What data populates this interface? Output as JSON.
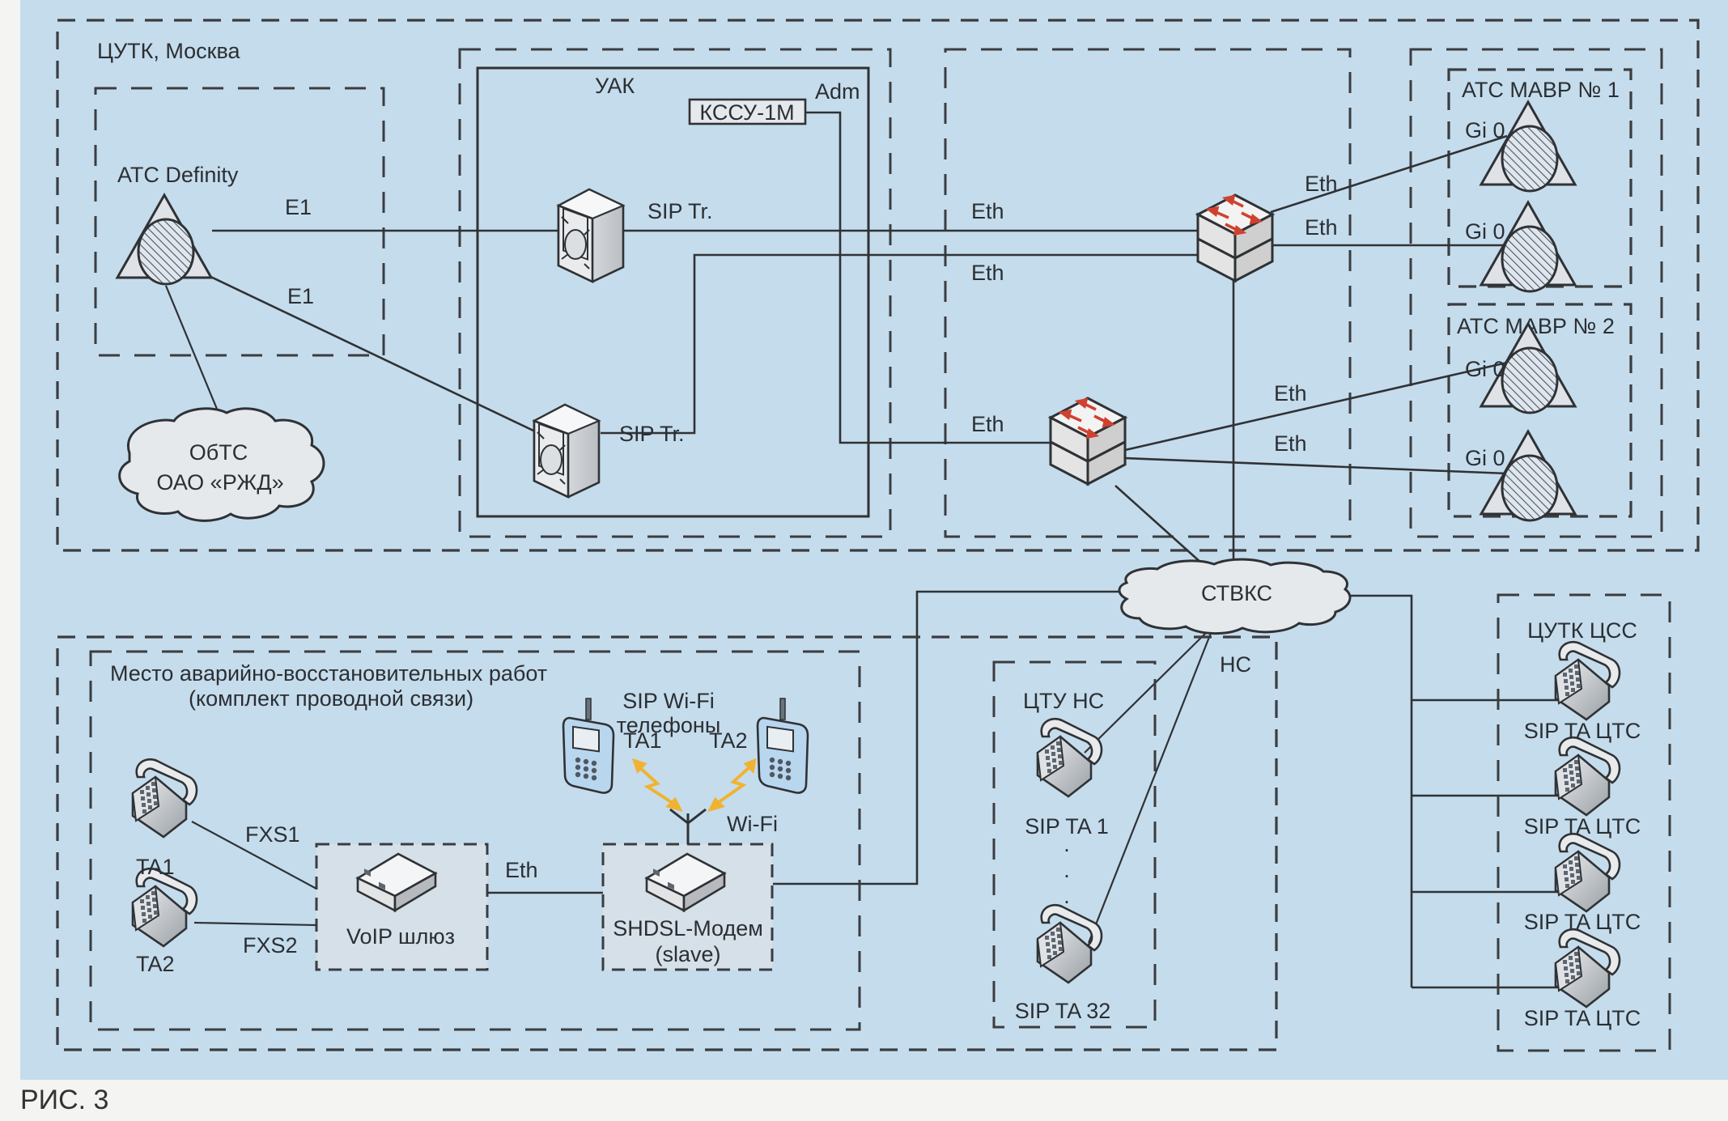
{
  "figure_caption": "РИС. 3",
  "colors": {
    "background": "#c5dcec",
    "line": "#2f3235",
    "device_fill": "#e6e9ec",
    "hatch": "#4a5560",
    "switch_arrows": "#d0412f",
    "wifi_arrows": "#f0b331"
  },
  "zones": {
    "moscow": {
      "title": "ЦУТК, Москва"
    },
    "atc_definity": {
      "title": "АТС Definity",
      "links": [
        "E1",
        "E1"
      ]
    },
    "uak": {
      "title": "УАК",
      "kssu": "КССУ-1М",
      "adm": "Adm",
      "trunks": [
        "SIP Tr.",
        "SIP Tr."
      ]
    },
    "switches": {
      "labels_left": [
        "Eth",
        "Eth",
        "Eth"
      ],
      "labels_right": [
        "Eth",
        "Eth",
        "Eth",
        "Eth"
      ]
    },
    "mavr1": {
      "title": "АТС МАВР № 1",
      "ports": [
        "Gi 0",
        "Gi 0"
      ]
    },
    "mavr2": {
      "title": "АТС МАВР № 2",
      "ports": [
        "Gi 0",
        "Gi 0"
      ]
    },
    "obts": {
      "line1": "ОбТС",
      "line2": "ОАО «РЖД»"
    },
    "stvks": {
      "title": "СТВКС",
      "link_label": "НС"
    },
    "field_site": {
      "title_line1": "Место аварийно-восстановительных работ",
      "title_line2": "(комплект проводной связи)",
      "wifi_title_line1": "SIP Wi-Fi",
      "wifi_title_line2": "телефоны",
      "wifi_phones": [
        "TA1",
        "TA2"
      ],
      "wifi_label": "Wi-Fi",
      "wired_phones": [
        "TA1",
        "TA2"
      ],
      "fxs": [
        "FXS1",
        "FXS2"
      ],
      "gateway": "VoIP шлюз",
      "eth": "Eth",
      "modem_line1": "SHDSL-Модем",
      "modem_line2": "(slave)"
    },
    "ctu_ns": {
      "title": "ЦТУ НС",
      "phones": [
        "SIP TA 1",
        "SIP TA 32"
      ],
      "ellipsis": [
        "·",
        "·",
        "·"
      ]
    },
    "cutk_css": {
      "title": "ЦУТК ЦСС",
      "phones": [
        "SIP TA ЦТС",
        "SIP TA ЦТС",
        "SIP TA ЦТС",
        "SIP TA ЦТС"
      ]
    }
  }
}
